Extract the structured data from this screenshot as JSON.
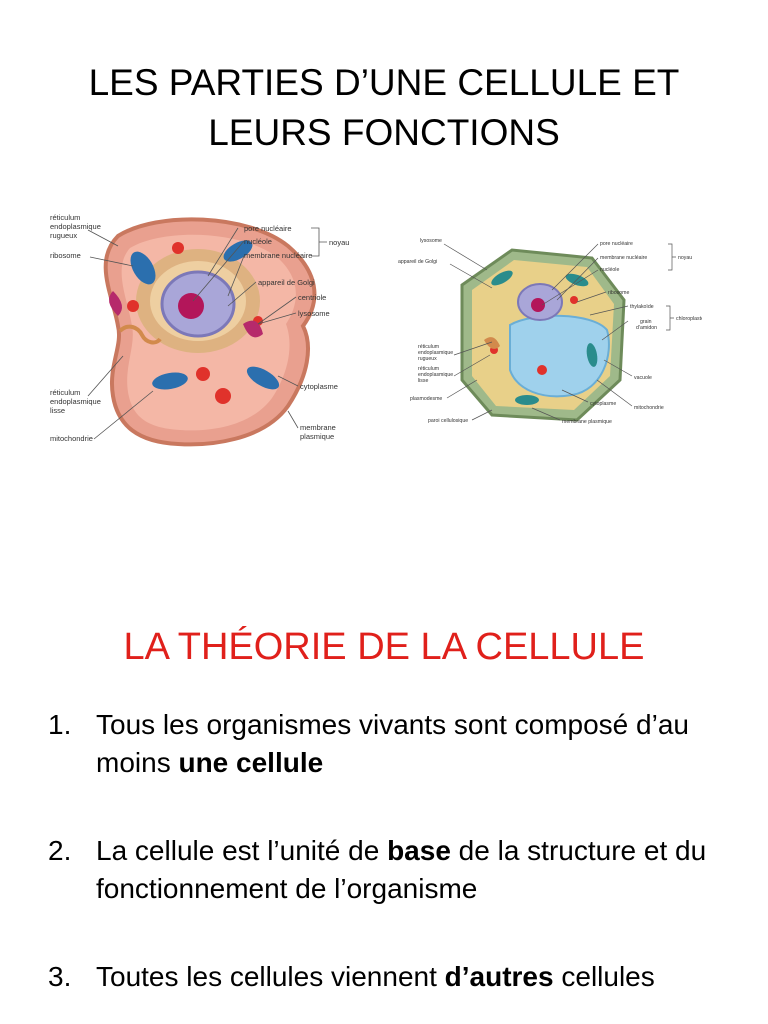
{
  "title": {
    "line1": "LES PARTIES D’UNE CELLULE ET",
    "line2": "LEURS FONCTIONS"
  },
  "animal_cell": {
    "labels": {
      "reticulum_rugueux": [
        "réticulum",
        "endoplasmique",
        "rugueux"
      ],
      "ribosome": "ribosome",
      "reticulum_lisse": [
        "réticulum",
        "endoplasmique",
        "lisse"
      ],
      "mitochondrie": "mitochondrie",
      "pore_nucleaire": "pore nucléaire",
      "nucleole": "nucléole",
      "membrane_nucleaire": "membrane nucléaire",
      "noyau": "noyau",
      "appareil_golgi": "appareil de Golgi",
      "centriole": "centriole",
      "lysosome": "lysosome",
      "cytoplasme": "cytoplasme",
      "membrane_plasmique": [
        "membrane",
        "plasmique"
      ]
    }
  },
  "plant_cell": {
    "labels": {
      "lysosome": "lysosome",
      "appareil_golgi": "appareil de Golgi",
      "reticulum_rugueux": [
        "réticulum",
        "endoplasmique",
        "rugueux"
      ],
      "reticulum_lisse": [
        "réticulum",
        "endoplasmique",
        "lisse"
      ],
      "plasmodesme": "plasmodesme",
      "paroi": "paroi cellulosique",
      "pore_nucleaire": "pore nucléaire",
      "membrane_nucleaire": "membrane nucléaire",
      "nucleole": "nucléole",
      "noyau": "noyau",
      "ribosome": "ribosome",
      "thylakoide": "thylakoïde",
      "grain_amidon": [
        "grain",
        "d’amidon"
      ],
      "chloroplaste": "chloroplaste",
      "vacuole": "vacuole",
      "cytoplasme": "cytoplasme",
      "mitochondrie": "mitochondrie",
      "membrane_plasmique": "membrane plasmique"
    }
  },
  "section": {
    "heading": "LA THÉORIE DE LA CELLULE",
    "heading_color": "#e0201b",
    "items": [
      {
        "num": "1.",
        "before": "Tous les organismes vivants sont composé d’au moins ",
        "bold": "une cellule",
        "after": ""
      },
      {
        "num": "2.",
        "before": "La cellule est l’unité de ",
        "bold": "base",
        "after": " de la structure et du fonctionnement de l’organisme"
      },
      {
        "num": "3.",
        "before": "Toutes les cellules viennent ",
        "bold": "d’autres",
        "after": " cellules"
      }
    ]
  }
}
